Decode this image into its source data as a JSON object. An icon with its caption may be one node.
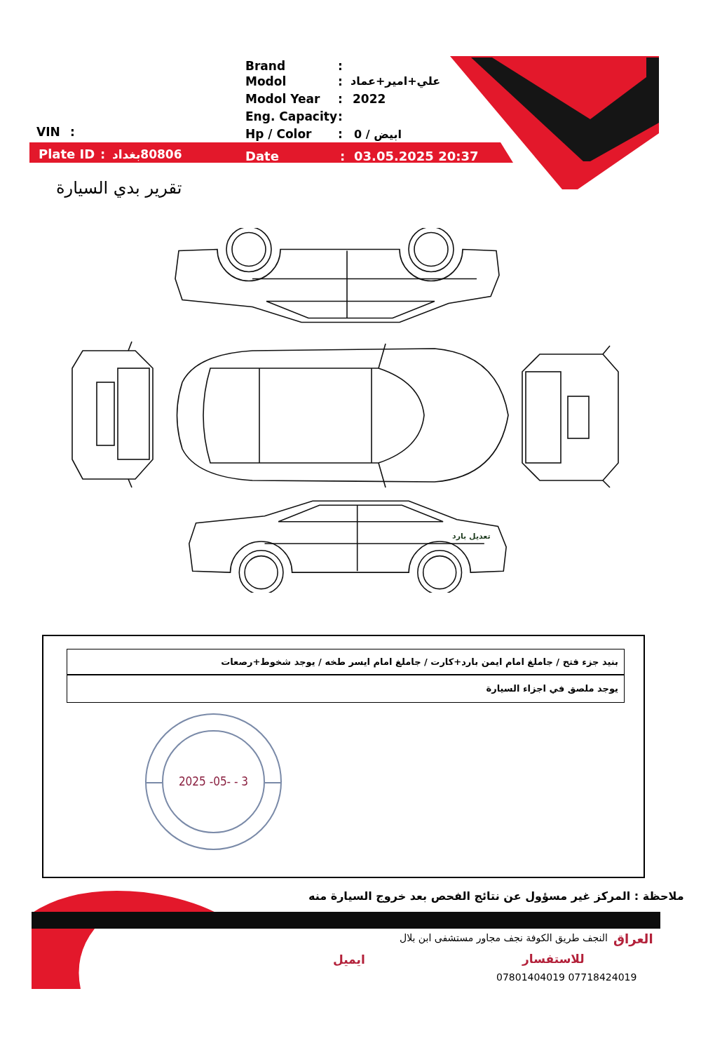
{
  "diagram": {
    "title": "تقرير بدي السيارة",
    "nodes": [
      {
        "text": [],
        "shape": "box"
      },
      {
        "text": [
          "بنيد جزء فتح / جاملغ امام ايمن بارد+كارت / جاملغ امام ايسر طخه / يوجد شخوط+رصعات"
        ],
        "in": 0
      },
      {
        "text": [
          "يوجد ملصق في اجزاء السيارة"
        ],
        "in": 0
      },
      {
        "text": [
          "2025 -05- - 3"
        ],
        "in": 0
      }
    ],
    "labels": [
      "VIN",
      ":",
      "Plate ID",
      ":",
      "80806بغداد",
      "Brand",
      ":",
      "Modol",
      ":",
      "علي+امير+عماد",
      "Modol Year",
      ":",
      "2022",
      "Eng. Capacity",
      ":",
      "Hp / Color",
      ":",
      "ابيض / 0",
      "Date",
      ":",
      "03.05.2025 20:37",
      "تعديل بارد",
      "ملاحظة : المركز غير مسؤول عن نتائج الفحص بعد خروج السيارة منه",
      "النجف طريق الكوفة نجف مجاور مستشفى ابن بلال",
      "العراق",
      "ايميل",
      "للاستفسار",
      "07801404019 07718424019"
    ]
  }
}
